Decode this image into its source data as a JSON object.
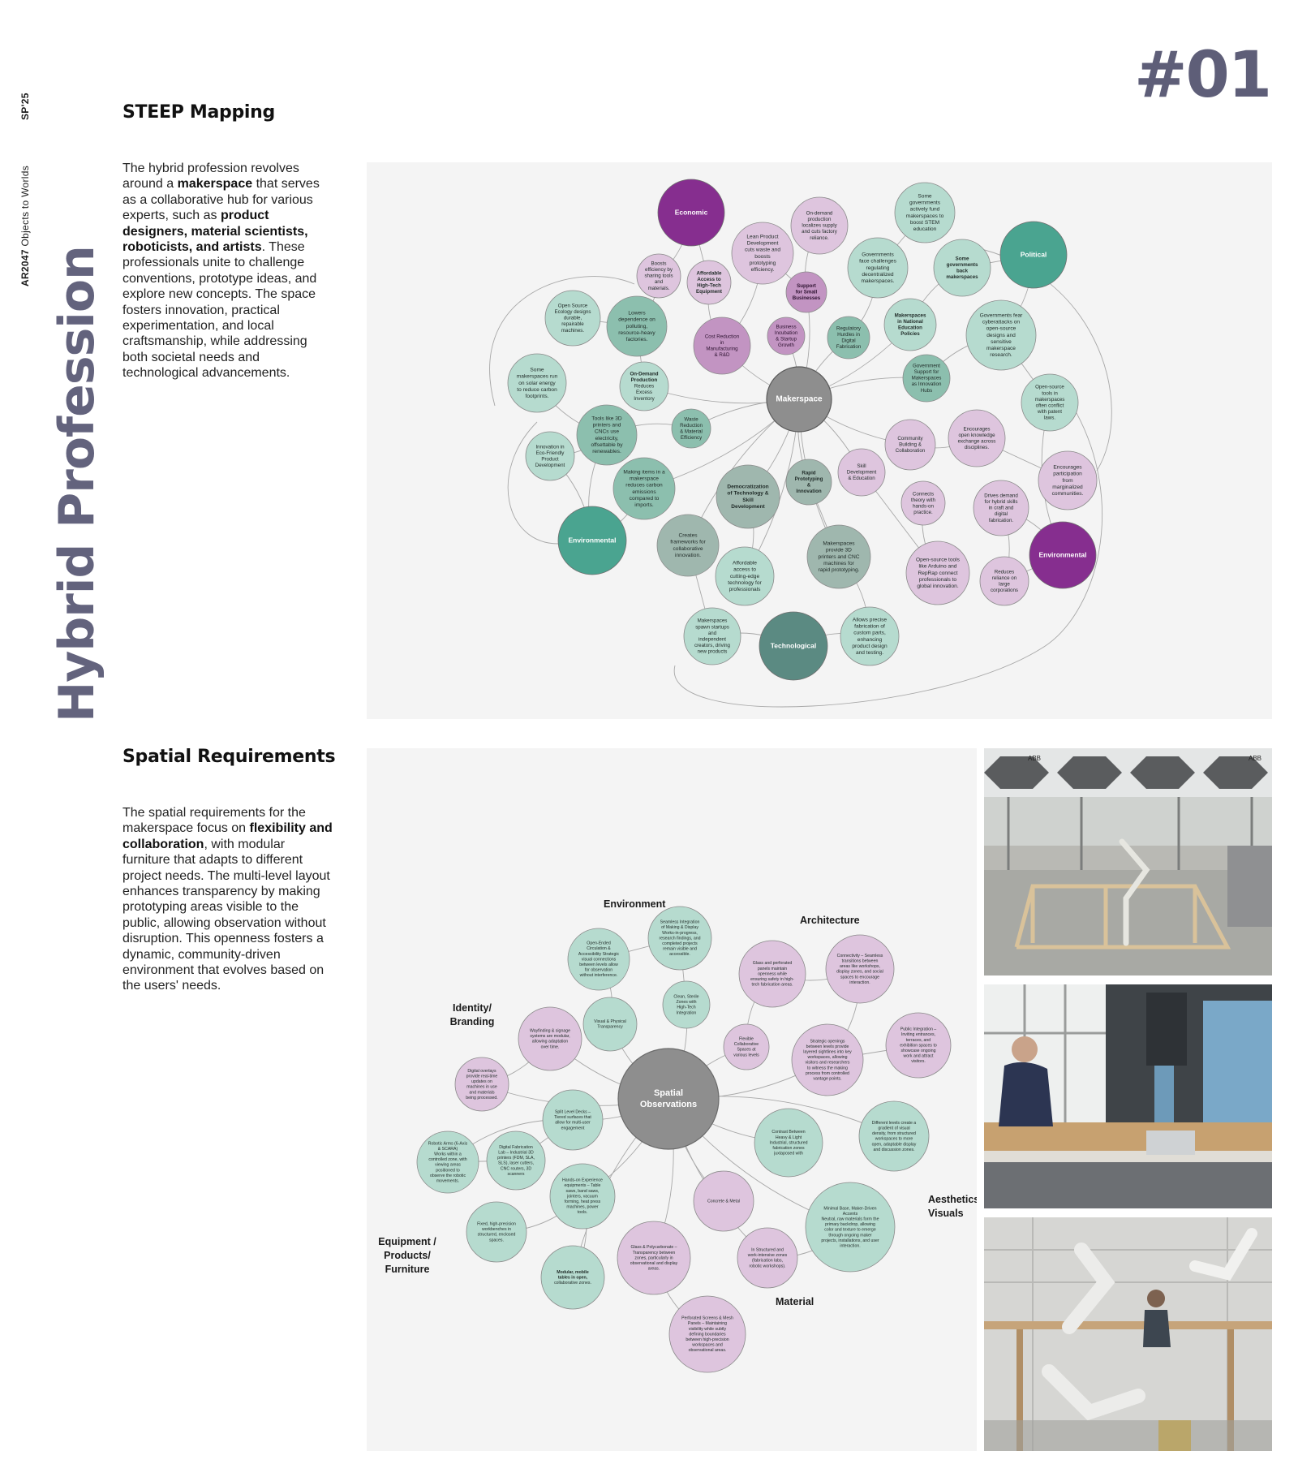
{
  "side": {
    "semester": "SP'25",
    "course_code": "AR2047",
    "course_name": "Objects to Worlds"
  },
  "page": {
    "title": "Hybrid Profession",
    "number": "#01"
  },
  "steep": {
    "heading": "STEEP Mapping",
    "paragraph": [
      {
        "t": "The hybrid profession revolves around a ",
        "b": false
      },
      {
        "t": "makerspace",
        "b": true
      },
      {
        "t": " that serves as a collaborative hub for various experts, such as ",
        "b": false
      },
      {
        "t": "product designers, material scientists, roboticists, and artists",
        "b": true
      },
      {
        "t": ". These professionals unite to challenge conventions, prototype ideas, and explore new concepts. The space fosters innovation, practical experimentation, and local craftsmanship, while addressing both societal needs and technological advancements.",
        "b": false
      }
    ],
    "center": "Makerspace",
    "categories": [
      {
        "id": "economic",
        "label": "Economic"
      },
      {
        "id": "political",
        "label": "Political"
      },
      {
        "id": "env1",
        "label": "Environmental"
      },
      {
        "id": "env2",
        "label": "Environmental"
      },
      {
        "id": "tech",
        "label": "Technological"
      }
    ],
    "nodes": [
      {
        "id": "n1",
        "lines": [
          "Boosts",
          "efficiency by",
          "sharing tools",
          "and",
          "materials."
        ]
      },
      {
        "id": "n2",
        "lines": [
          "Affordable",
          "Access to",
          "High-Tech",
          "Equipment"
        ],
        "bold": true
      },
      {
        "id": "n3",
        "lines": [
          "Lean Product",
          "Development",
          "cuts waste and",
          "boosts",
          "prototyping",
          "efficiency."
        ]
      },
      {
        "id": "n4",
        "lines": [
          "On-demand",
          "production",
          "localizes supply",
          "and cuts factory",
          "reliance."
        ]
      },
      {
        "id": "n5",
        "lines": [
          "Support",
          "for Small",
          "Businesses"
        ],
        "bold": true
      },
      {
        "id": "n6",
        "lines": [
          "Cost Reduction",
          "in",
          "Manufacturing",
          "& R&D"
        ]
      },
      {
        "id": "n7",
        "lines": [
          "Business",
          "Incubation",
          "& Startup",
          "Growth"
        ]
      },
      {
        "id": "n8",
        "lines": [
          "Regulatory",
          "Hurdles in",
          "Digital",
          "Fabrication"
        ]
      },
      {
        "id": "n9",
        "lines": [
          "Governments",
          "face challenges",
          "regulating",
          "decentralized",
          "makerspaces."
        ]
      },
      {
        "id": "n10",
        "lines": [
          "Some",
          "governments",
          "actively fund",
          "makerspaces to",
          "boost STEM",
          "education"
        ]
      },
      {
        "id": "n11",
        "lines": [
          "Some",
          "governments",
          "back",
          "makerspaces"
        ],
        "bold": true
      },
      {
        "id": "n12",
        "lines": [
          "Makerspaces",
          "in National",
          "Education",
          "Policies"
        ],
        "bold": true
      },
      {
        "id": "n13",
        "lines": [
          "Governments fear",
          "cyberattacks on",
          "open-source",
          "designs and",
          "sensitive",
          "makerspace",
          "research."
        ]
      },
      {
        "id": "n14",
        "lines": [
          "Government",
          "Support for",
          "Makerspaces",
          "as Innovation",
          "Hubs"
        ]
      },
      {
        "id": "n15",
        "lines": [
          "Open-source",
          "tools in",
          "makerspaces",
          "often conflict",
          "with patent",
          "laws."
        ]
      },
      {
        "id": "n16",
        "lines": [
          "Open Source",
          "Ecology designs",
          "durable,",
          "repairable",
          "machines."
        ]
      },
      {
        "id": "n17",
        "lines": [
          "Lowers",
          "dependence on",
          "polluting,",
          "resource-heavy",
          "factories."
        ]
      },
      {
        "id": "n18",
        "lines": [
          "On-Demand",
          "Production",
          "Reduces",
          "Excess",
          "Inventory"
        ],
        "boldn": 2
      },
      {
        "id": "n19",
        "lines": [
          "Some",
          "makerspaces run",
          "on solar energy",
          "to reduce carbon",
          "footprints."
        ]
      },
      {
        "id": "n20",
        "lines": [
          "Tools like 3D",
          "printers and",
          "CNCs use",
          "electricity,",
          "offsettable by",
          "renewables."
        ]
      },
      {
        "id": "n21",
        "lines": [
          "Waste",
          "Reduction",
          "& Material",
          "Efficiency"
        ]
      },
      {
        "id": "n22",
        "lines": [
          "Innovation in",
          "Eco-Friendly",
          "Product",
          "Development"
        ]
      },
      {
        "id": "n23",
        "lines": [
          "Making items in a",
          "makerspace",
          "reduces carbon",
          "emissions",
          "compared to",
          "imports."
        ]
      },
      {
        "id": "n24",
        "lines": [
          "Democratization",
          "of Technology &",
          "Skill",
          "Development"
        ],
        "bold": true
      },
      {
        "id": "n25",
        "lines": [
          "Rapid",
          "Prototyping",
          "&",
          "Innovation"
        ],
        "bold": true
      },
      {
        "id": "n26",
        "lines": [
          "Skill",
          "Development",
          "& Education"
        ]
      },
      {
        "id": "n27",
        "lines": [
          "Community",
          "Building &",
          "Collaboration"
        ]
      },
      {
        "id": "n28",
        "lines": [
          "Encourages",
          "open knowledge",
          "exchange across",
          "disciplines."
        ]
      },
      {
        "id": "n29",
        "lines": [
          "Encourages",
          "participation",
          "from",
          "marginalized",
          "communities."
        ]
      },
      {
        "id": "n30",
        "lines": [
          "Connects",
          "theory with",
          "hands-on",
          "practice."
        ]
      },
      {
        "id": "n31",
        "lines": [
          "Drives demand",
          "for hybrid skills",
          "in craft and",
          "digital",
          "fabrication."
        ]
      },
      {
        "id": "n32",
        "lines": [
          "Creates",
          "frameworks for",
          "collaborative",
          "innovation."
        ]
      },
      {
        "id": "n33",
        "lines": [
          "Affordable",
          "access to",
          "cutting-edge",
          "technology for",
          "professionals"
        ]
      },
      {
        "id": "n34",
        "lines": [
          "Makerspaces",
          "provide 3D",
          "printers and CNC",
          "machines for",
          "rapid prototyping."
        ]
      },
      {
        "id": "n35",
        "lines": [
          "Open-source tools",
          "like Arduino and",
          "RepRap connect",
          "professionals to",
          "global innovation."
        ]
      },
      {
        "id": "n36",
        "lines": [
          "Reduces",
          "reliance on",
          "large",
          "corporations"
        ]
      },
      {
        "id": "n37",
        "lines": [
          "Makerspaces",
          "spawn startups",
          "and",
          "independent",
          "creators, driving",
          "new products"
        ]
      },
      {
        "id": "n38",
        "lines": [
          "Allows precise",
          "fabrication of",
          "custom parts,",
          "enhancing",
          "product design",
          "and testing."
        ]
      }
    ]
  },
  "spatial": {
    "heading": "Spatial Requirements",
    "paragraph": [
      {
        "t": "The spatial requirements for the makerspace focus on ",
        "b": false
      },
      {
        "t": "flexibility and collaboration",
        "b": true
      },
      {
        "t": ", with modular furniture that adapts to different project needs. The multi-level layout enhances transparency by making prototyping areas visible to the public, allowing observation without disruption. This openness fosters a dynamic, community-driven environment that evolves based on the users' needs.",
        "b": false
      }
    ],
    "center": [
      "Spatial",
      "Observations"
    ],
    "categories": [
      {
        "id": "c_env",
        "lines": [
          "Environment"
        ]
      },
      {
        "id": "c_arch",
        "lines": [
          "Architecture"
        ]
      },
      {
        "id": "c_id",
        "lines": [
          "Identity/",
          "Branding"
        ]
      },
      {
        "id": "c_aes",
        "lines": [
          "Aesthetics/",
          "Visuals"
        ]
      },
      {
        "id": "c_eq",
        "lines": [
          "Equipment /",
          "Products/",
          "Furniture"
        ]
      },
      {
        "id": "c_mat",
        "lines": [
          "Material"
        ]
      }
    ],
    "nodes": [
      {
        "id": "s1",
        "lines": [
          "Open-Ended",
          "Circulation &",
          "Accessibility Strategic",
          "visual connections",
          "between levels allow",
          "for observation",
          "without interference."
        ]
      },
      {
        "id": "s2",
        "lines": [
          "Seamless Integration",
          "of Making & Display",
          "Works-in-progress,",
          "research findings, and",
          "completed projects",
          "remain visible and",
          "accessible."
        ]
      },
      {
        "id": "s3",
        "lines": [
          "Visual & Physical",
          "Transparency"
        ]
      },
      {
        "id": "s4",
        "lines": [
          "Clean, Sterile",
          "Zones with",
          "High-Tech",
          "Integration"
        ]
      },
      {
        "id": "s5",
        "lines": [
          "Glass and perforated",
          "panels maintain",
          "openness while",
          "ensuring safety in high-",
          "tech fabrication areas."
        ]
      },
      {
        "id": "s6",
        "lines": [
          "Connectivity – Seamless",
          "transitions between",
          "areas like workshops,",
          "display zones, and social",
          "spaces to encourage",
          "interaction."
        ]
      },
      {
        "id": "s7",
        "lines": [
          "Flexible",
          "Collaborative",
          "Spaces at",
          "various levels"
        ]
      },
      {
        "id": "s8",
        "lines": [
          "Strategic openings",
          "between levels provide",
          "layered sightlines into key",
          "workspaces, allowing",
          "visitors and researchers",
          "to witness the making",
          "process from controlled",
          "vantage points."
        ]
      },
      {
        "id": "s9",
        "lines": [
          "Public Integration –",
          "Inviting entrances,",
          "terraces, and",
          "exhibition spaces to",
          "showcase ongoing",
          "work and attract",
          "visitors."
        ]
      },
      {
        "id": "s10",
        "lines": [
          "Wayfinding & signage",
          "systems are modular,",
          "allowing adaptation",
          "over time."
        ]
      },
      {
        "id": "s11",
        "lines": [
          "Digital overlays",
          "provide real-time",
          "updates on",
          "machines in use",
          "and materials",
          "being processed."
        ]
      },
      {
        "id": "s12",
        "lines": [
          "Split Level Decks –",
          "Tiered surfaces that",
          "allow for multi-user",
          "engagement"
        ]
      },
      {
        "id": "s13",
        "lines": [
          "Contrast Between",
          "Heavy & Light",
          "Industrial, structured",
          "fabrication zones",
          "juxtaposed with"
        ]
      },
      {
        "id": "s14",
        "lines": [
          "Different levels create a",
          "gradient of visual",
          "density, from structured",
          "workspaces to more",
          "open, adaptable display",
          "and discussion zones."
        ]
      },
      {
        "id": "s15",
        "lines": [
          "Robotic Arms (6-Axis",
          "& SCARA)",
          "Works within a",
          "controlled zone, with",
          "viewing areas",
          "positioned to",
          "observe the robotic",
          "movements."
        ]
      },
      {
        "id": "s16",
        "lines": [
          "Digital Fabrication",
          "Lab – Industrial 3D",
          "printers (FDM, SLA,",
          "SLS), laser cutters,",
          "CNC routers, 3D",
          "scanners"
        ]
      },
      {
        "id": "s17",
        "lines": [
          "Hands-on Experience",
          "equipments – Table",
          "saws, band saws,",
          "jointers, vacuum",
          "forming, heat press",
          "machines, power",
          "tools."
        ]
      },
      {
        "id": "s18",
        "lines": [
          "Concrete & Metal"
        ]
      },
      {
        "id": "s19",
        "lines": [
          "Minimal Base, Maker-Driven",
          "Accents",
          "Neutral, raw materials form the",
          "primary backdrop, allowing",
          "color and texture to emerge",
          "through ongoing maker",
          "projects, installations, and user",
          "interaction."
        ]
      },
      {
        "id": "s20",
        "lines": [
          "Fixed, high-precision",
          "workbenches in",
          "structured, enclosed",
          "spaces."
        ]
      },
      {
        "id": "s21",
        "lines": [
          "Glass & Polycarbonate –",
          "Transparency between",
          "zones, particularly in",
          "observational and display",
          "areas."
        ]
      },
      {
        "id": "s22",
        "lines": [
          "In Structured and",
          "work-intensive zones",
          "(fabrication labs,",
          "robotic workshops)."
        ]
      },
      {
        "id": "s23",
        "lines": [
          "Modular, mobile",
          "tables in open,",
          "collaborative zones."
        ],
        "boldn": 2
      },
      {
        "id": "s24",
        "lines": [
          "Perforated Screens & Mesh",
          "Panels – Maintaining",
          "visibility while subtly",
          "defining boundaries",
          "between high-precision",
          "workspaces and",
          "observational areas."
        ]
      }
    ]
  },
  "photos": [
    {
      "id": "photo1",
      "name": "robotic-fabrication-hall-photo",
      "caption": "ABB"
    },
    {
      "id": "photo2",
      "name": "drill-press-workshop-photo"
    },
    {
      "id": "photo3",
      "name": "robot-arm-workshop-photo"
    }
  ],
  "colors": {
    "accent_title": "#63637d",
    "panel_bg": "#f4f4f4",
    "teal_light": "#b6dbcf",
    "teal_mid": "#8cbfae",
    "teal_dark": "#4aa490",
    "grey_teal": "#9fb7ae",
    "purple_light": "#dec5de",
    "purple_mid": "#c294c2",
    "purple_dark": "#862e8f",
    "makerspace_grey": "#8e8e8e",
    "technological": "#5b8a82"
  }
}
